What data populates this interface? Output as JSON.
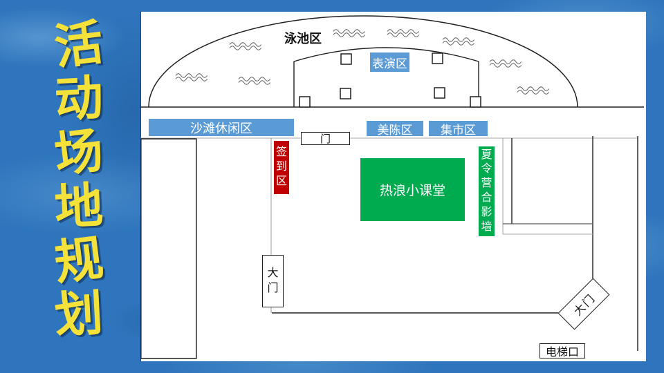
{
  "slide": {
    "title_vertical": "活动场地规划",
    "title_chars": [
      "活",
      "动",
      "场",
      "地",
      "规",
      "划"
    ]
  },
  "plan": {
    "pool_label": "泳池区",
    "stage_label": "表演区",
    "beach_label": "沙滩休闲区",
    "decor_label": "美陈区",
    "market_label": "集市区",
    "door_label": "门",
    "checkin_label": "签到区",
    "classroom_label": "热浪小课堂",
    "photowall_label": "夏令营合影墙",
    "gate_left_label": "大门",
    "gate_corner_label": "大门",
    "elevator_label": "电梯口"
  },
  "colors": {
    "background_blue": "#2e75bd",
    "title_yellow": "#f4e13a",
    "label_blue": "#5b9bd5",
    "label_red": "#c00000",
    "label_green": "#00ab50",
    "line_black": "#1f1f1f",
    "line_gray": "#a6a6a6"
  }
}
